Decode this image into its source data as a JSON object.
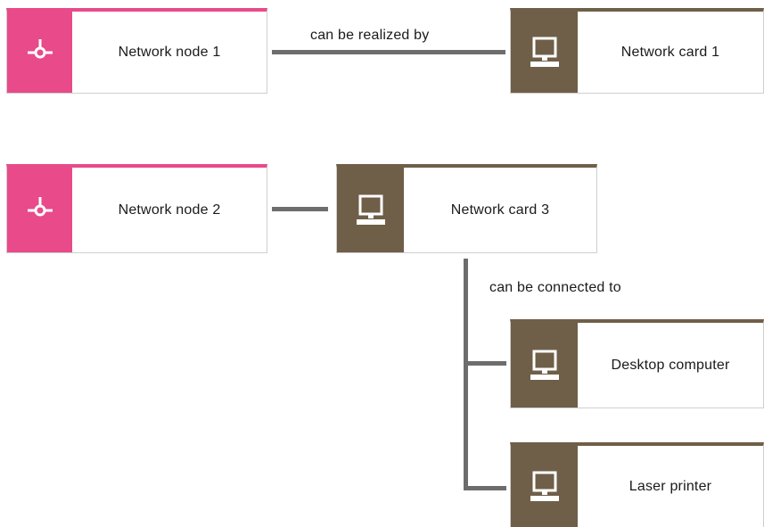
{
  "colors": {
    "network_node": "#e84a8a",
    "hardware": "#6f5f48",
    "connector": "#6d6d6d",
    "border": "#cfcfcf",
    "text": "#1a1a1a"
  },
  "nodes": [
    {
      "id": "network-node-1",
      "label": "Network node 1",
      "type": "network-node",
      "icon": "network-node-icon"
    },
    {
      "id": "network-card-1",
      "label": "Network card 1",
      "type": "hardware",
      "icon": "computer-icon"
    },
    {
      "id": "network-node-2",
      "label": "Network node 2",
      "type": "network-node",
      "icon": "network-node-icon"
    },
    {
      "id": "network-card-3",
      "label": "Network card 3",
      "type": "hardware",
      "icon": "computer-icon"
    },
    {
      "id": "desktop-computer",
      "label": "Desktop computer",
      "type": "hardware",
      "icon": "computer-icon"
    },
    {
      "id": "laser-printer",
      "label": "Laser printer",
      "type": "hardware",
      "icon": "computer-icon"
    }
  ],
  "connections": [
    {
      "from": "network-node-1",
      "to": "network-card-1",
      "label": "can be realized by"
    },
    {
      "from": "network-node-2",
      "to": "network-card-3",
      "label": ""
    },
    {
      "from": "network-card-3",
      "to": "desktop-computer",
      "label": "can be connected to"
    },
    {
      "from": "network-card-3",
      "to": "laser-printer",
      "label": "can be connected to"
    }
  ],
  "labels": {
    "realized_by": "can be realized by",
    "connected_to": "can be connected to"
  }
}
